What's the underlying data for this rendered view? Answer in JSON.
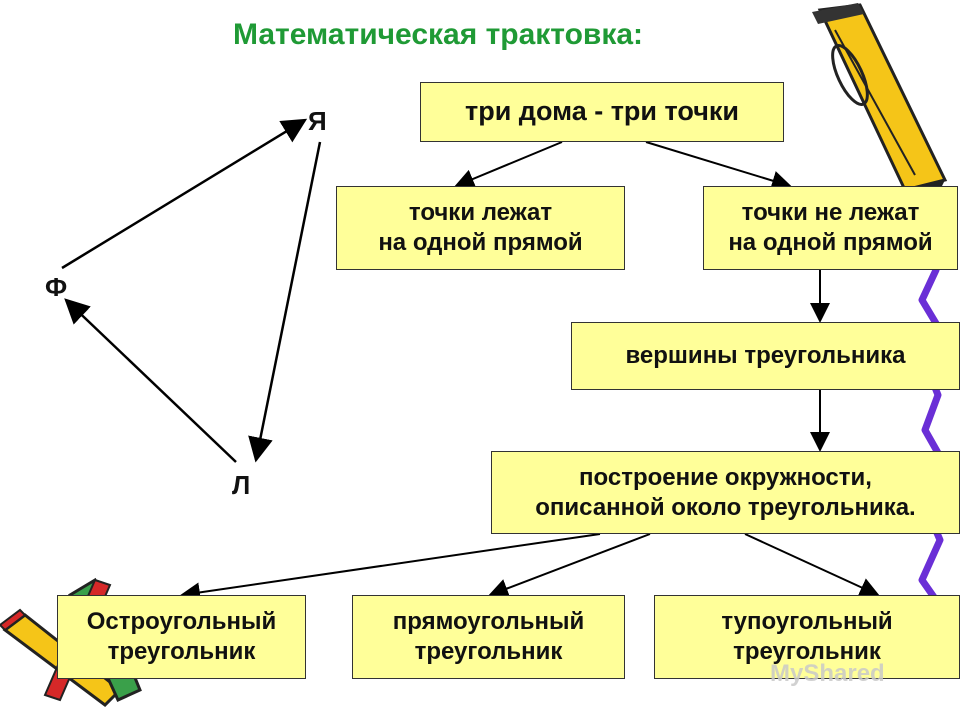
{
  "title": "Математическая трактовка:",
  "triangle": {
    "vertex_top": "Я",
    "vertex_left": "Ф",
    "vertex_bottom": "Л"
  },
  "boxes": {
    "root": [
      "три дома - три точки"
    ],
    "same_line": [
      "точки лежат",
      "на одной прямой"
    ],
    "not_same_line": [
      "точки не лежат",
      "на одной прямой"
    ],
    "vertices": [
      "вершины треугольника"
    ],
    "circumcircle": [
      "построение окружности,",
      "описанной около треугольника."
    ],
    "acute": [
      "Остроугольный",
      "треугольник"
    ],
    "right": [
      "прямоугольный",
      "треугольник"
    ],
    "obtuse": [
      "тупоугольный",
      "треугольник"
    ]
  },
  "watermark": "MyShared",
  "colors": {
    "title": "#1f9a35",
    "box_fill": "#ffff99",
    "pencil_yellow": "#f5c518",
    "squiggle": "#6a2fd6"
  }
}
